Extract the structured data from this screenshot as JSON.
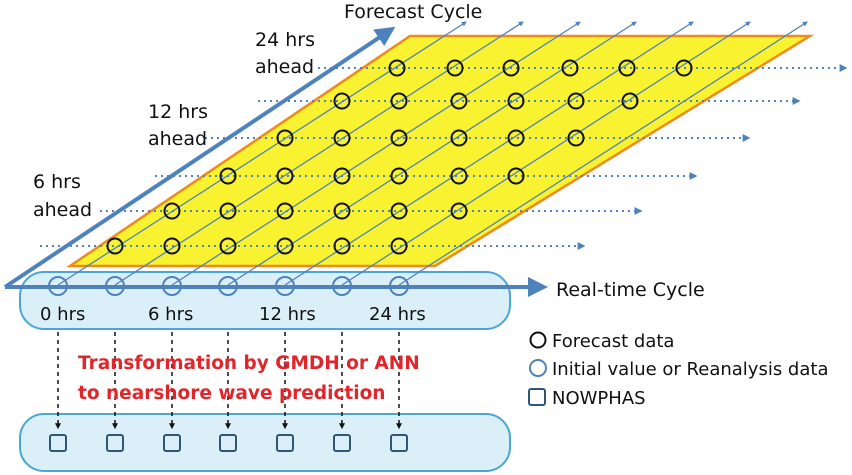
{
  "labels": {
    "forecast_cycle": "Forecast Cycle",
    "realtime_cycle": "Real-time Cycle",
    "lead_times": [
      {
        "line1": "24 hrs",
        "line2": "ahead"
      },
      {
        "line1": "12 hrs",
        "line2": "ahead"
      },
      {
        "line1": "6 hrs",
        "line2": "ahead"
      }
    ],
    "hours": [
      "0 hrs",
      "6 hrs",
      "12 hrs",
      "24 hrs"
    ],
    "transformation_line1": "Transformation by GMDH or ANN",
    "transformation_line2": "to nearshore wave prediction"
  },
  "legend": [
    {
      "symbol": "circle-black",
      "label": "Forecast data"
    },
    {
      "symbol": "circle-blue",
      "label": "Initial value or Reanalysis data"
    },
    {
      "symbol": "square-blue",
      "label": "NOWPHAS"
    }
  ],
  "colors": {
    "plane_fill": "#f8f230",
    "plane_border": "#ef8a1c",
    "blue": "#4e82bd",
    "pill_fill": "#dbeff9",
    "pill_border": "#4aa6d4",
    "red_text": "#e0262b",
    "square": "#2f5577"
  }
}
